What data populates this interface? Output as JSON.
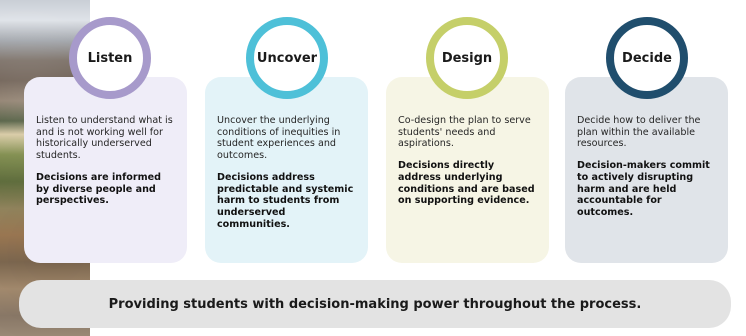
{
  "stages": [
    {
      "title": "Listen",
      "description": "Listen to understand what is and is not working well for historically underserved students.",
      "outcome": "Decisions are informed by diverse people and perspectives.",
      "ring_color": "#a79acb",
      "card_color": "#efedf8"
    },
    {
      "title": "Uncover",
      "description": "Uncover the underlying conditions of inequities in student experiences and outcomes.",
      "outcome": "Decisions address predictable and systemic harm to students from underserved communities.",
      "ring_color": "#4ec0d8",
      "card_color": "#e3f3f8"
    },
    {
      "title": "Design",
      "description": "Co-design the plan to serve students' needs and aspirations.",
      "outcome": "Decisions directly address underlying conditions and are based on supporting evidence.",
      "ring_color": "#c5cf69",
      "card_color": "#f6f5e5"
    },
    {
      "title": "Decide",
      "description": "Decide how to deliver the plan within the available resources.",
      "outcome": "Decision-makers commit to actively disrupting harm and are held accountable for outcomes.",
      "ring_color": "#204e6d",
      "card_color": "#e0e4e9"
    }
  ],
  "footer": {
    "text": "Providing students with decision-making power throughout the process."
  }
}
